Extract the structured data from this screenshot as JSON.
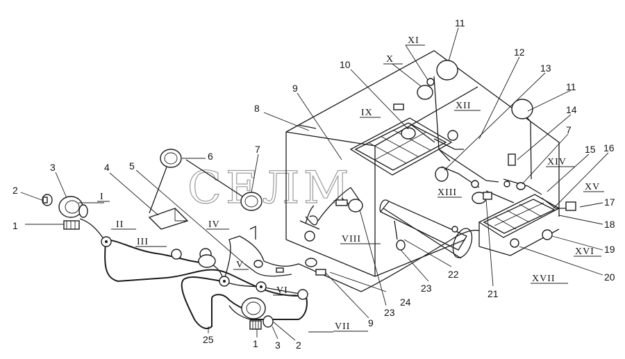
{
  "watermark": "СЕЛМ",
  "numbers": [
    {
      "id": "n1a",
      "text": "1"
    },
    {
      "id": "n2a",
      "text": "2"
    },
    {
      "id": "n3a",
      "text": "3"
    },
    {
      "id": "n4",
      "text": "4"
    },
    {
      "id": "n5",
      "text": "5"
    },
    {
      "id": "n6",
      "text": "6"
    },
    {
      "id": "n7a",
      "text": "7"
    },
    {
      "id": "n8",
      "text": "8"
    },
    {
      "id": "n9a",
      "text": "9"
    },
    {
      "id": "n10",
      "text": "10"
    },
    {
      "id": "n11a",
      "text": "11"
    },
    {
      "id": "n12",
      "text": "12"
    },
    {
      "id": "n13",
      "text": "13"
    },
    {
      "id": "n11b",
      "text": "11"
    },
    {
      "id": "n14",
      "text": "14"
    },
    {
      "id": "n7b",
      "text": "7"
    },
    {
      "id": "n15",
      "text": "15"
    },
    {
      "id": "n16",
      "text": "16"
    },
    {
      "id": "n17",
      "text": "17"
    },
    {
      "id": "n18",
      "text": "18"
    },
    {
      "id": "n19",
      "text": "19"
    },
    {
      "id": "n20",
      "text": "20"
    },
    {
      "id": "n21",
      "text": "21"
    },
    {
      "id": "n22",
      "text": "22"
    },
    {
      "id": "n23a",
      "text": "23"
    },
    {
      "id": "n23b",
      "text": "23"
    },
    {
      "id": "n24",
      "text": "24"
    },
    {
      "id": "n9b",
      "text": "9"
    },
    {
      "id": "n25",
      "text": "25"
    },
    {
      "id": "n1b",
      "text": "1"
    },
    {
      "id": "n3b",
      "text": "3"
    },
    {
      "id": "n2b",
      "text": "2"
    }
  ],
  "roman": [
    {
      "id": "rI",
      "text": "I"
    },
    {
      "id": "rII",
      "text": "II"
    },
    {
      "id": "rIII",
      "text": "III"
    },
    {
      "id": "rIV",
      "text": "IV"
    },
    {
      "id": "rV",
      "text": "V"
    },
    {
      "id": "rVI",
      "text": "VI"
    },
    {
      "id": "rVII",
      "text": "VII"
    },
    {
      "id": "rVIII",
      "text": "VIII"
    },
    {
      "id": "rIX",
      "text": "IX"
    },
    {
      "id": "rX",
      "text": "X"
    },
    {
      "id": "rXI",
      "text": "XI"
    },
    {
      "id": "rXII",
      "text": "XII"
    },
    {
      "id": "rXIII",
      "text": "XIII"
    },
    {
      "id": "rXIV",
      "text": "XIV"
    },
    {
      "id": "rXV",
      "text": "XV"
    },
    {
      "id": "rXVI",
      "text": "XVI"
    },
    {
      "id": "rXVII",
      "text": "XVII"
    }
  ]
}
